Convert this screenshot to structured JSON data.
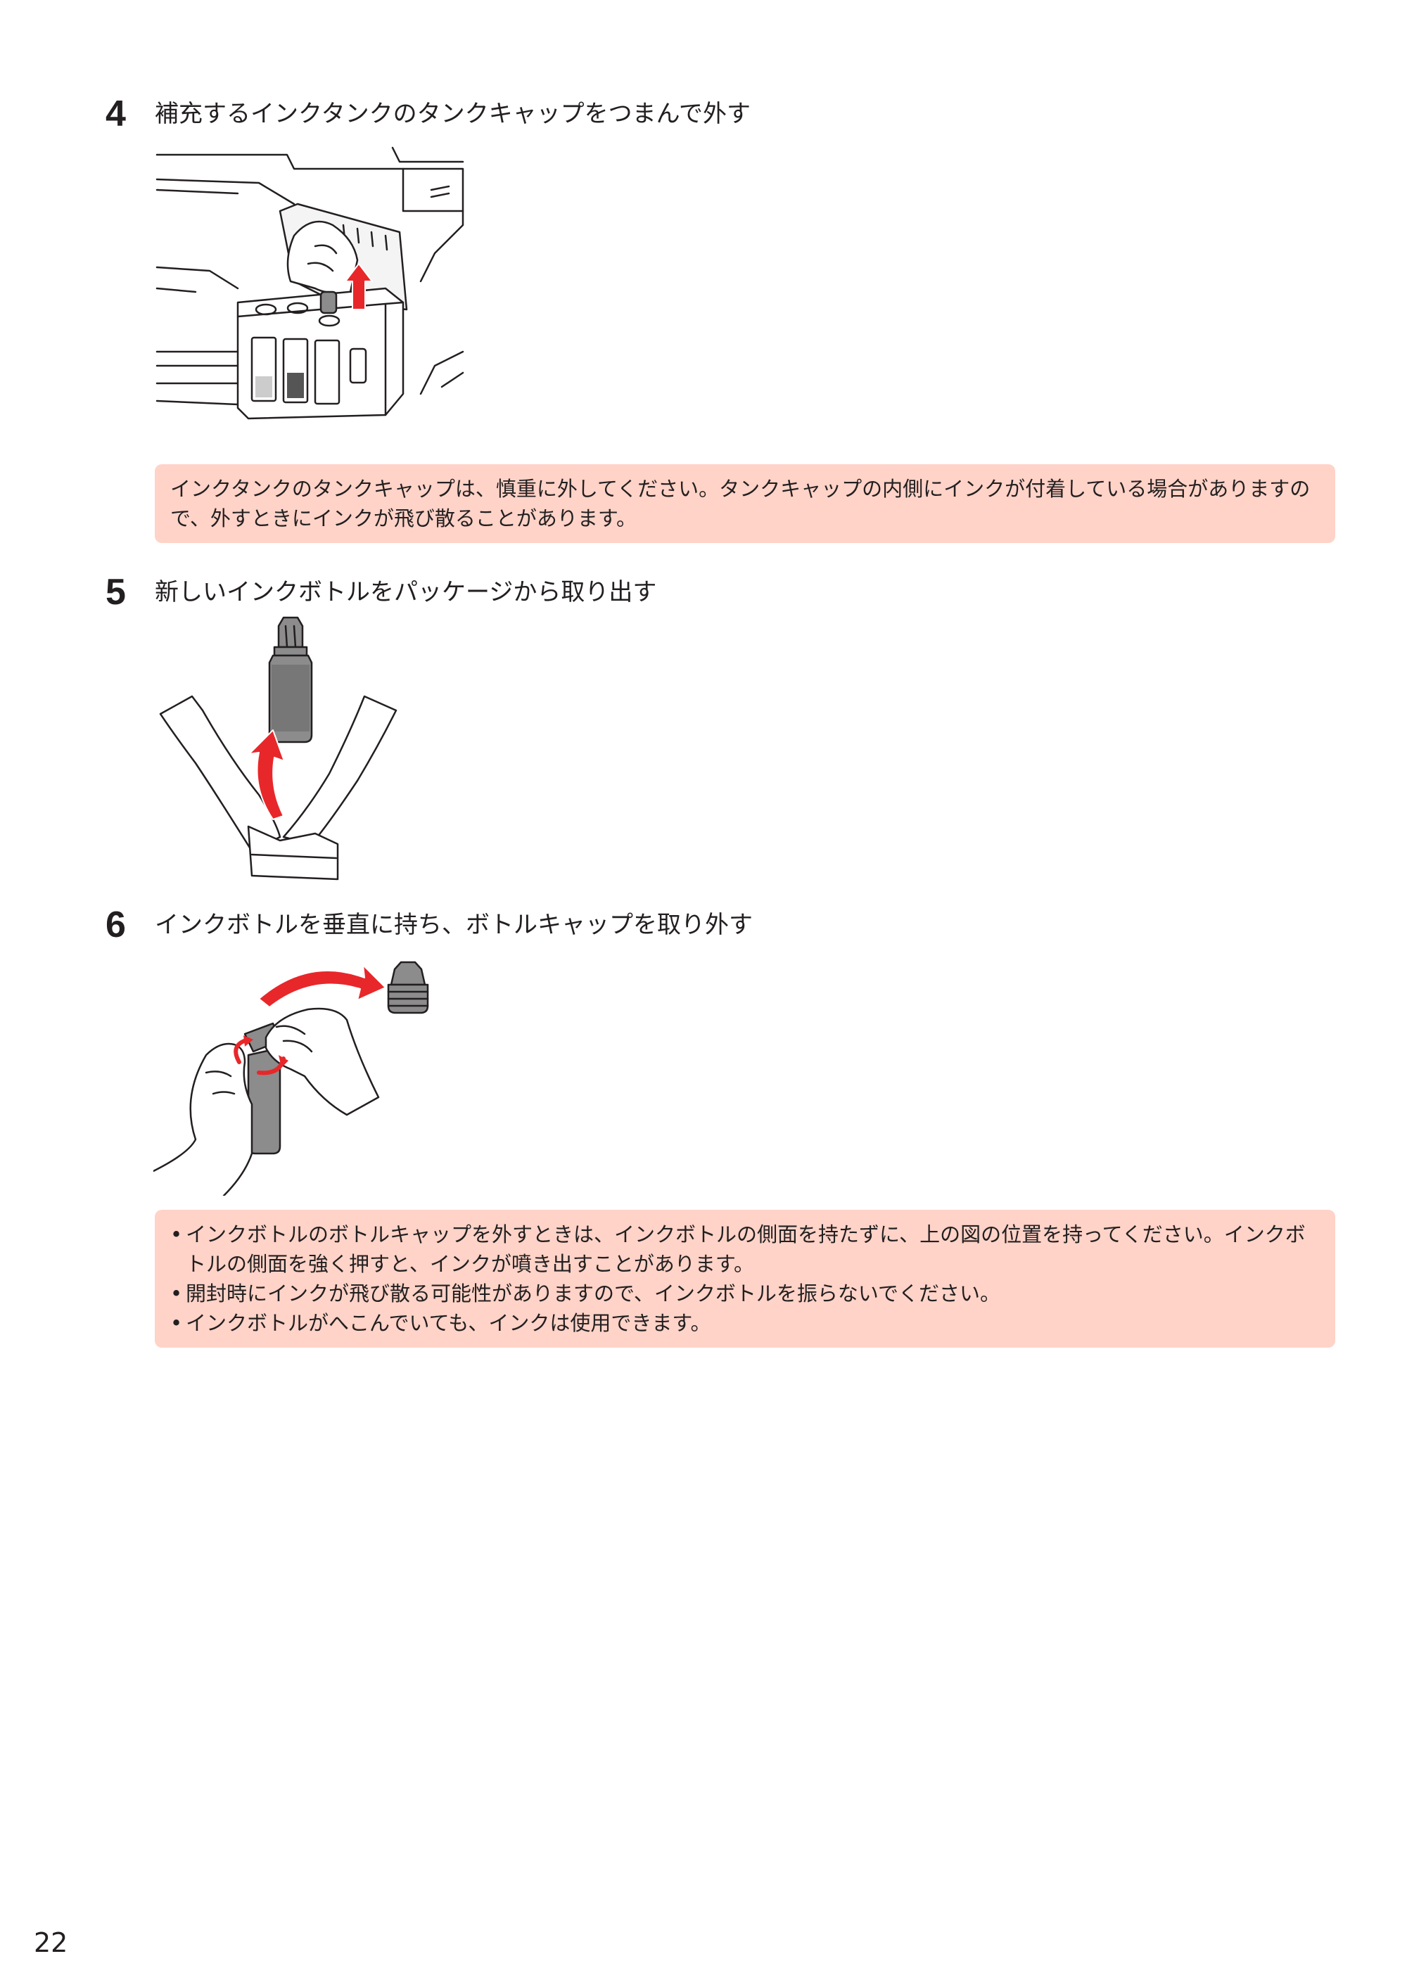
{
  "steps": [
    {
      "number": "4",
      "title": "補充するインクタンクのタンクキャップをつまんで外す"
    },
    {
      "number": "5",
      "title": "新しいインクボトルをパッケージから取り出す"
    },
    {
      "number": "6",
      "title": "インクボトルを垂直に持ち、ボトルキャップを取り外す"
    }
  ],
  "notes": {
    "step4": "インクタンクのタンクキャップは、慎重に外してください。タンクキャップの内側にインクが付着している場合がありますので、外すときにインクが飛び散ることがあります。",
    "step6": [
      "インクボトルのボトルキャップを外すときは、インクボトルの側面を持たずに、上の図の位置を持ってください。インクボトルの側面を強く押すと、インクが噴き出すことがあります。",
      "開封時にインクが飛び散る可能性がありますので、インクボトルを振らないでください。",
      "インクボトルがへこんでいても、インクは使用できます。"
    ]
  },
  "colors": {
    "arrow": "#e8272a",
    "note_bg": "#ffd3c8",
    "ink_gray": "#8c8c8c"
  },
  "icons": {
    "step4": "printer-ink-tank-illustration",
    "step5": "ink-bottle-package-illustration",
    "step6": "hands-removing-cap-illustration"
  },
  "page_number": "22"
}
